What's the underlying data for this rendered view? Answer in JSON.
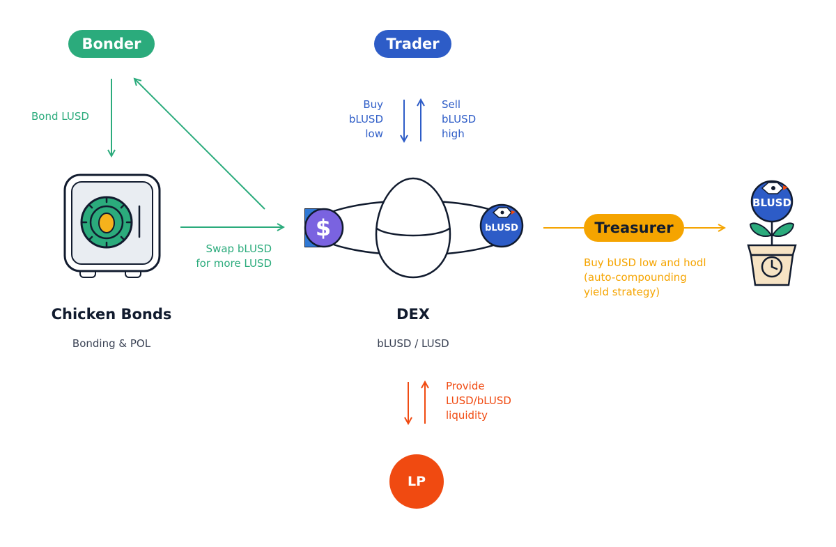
{
  "roles": {
    "bonder": "Bonder",
    "trader": "Trader",
    "treasurer": "Treasurer",
    "lp": "LP"
  },
  "labels": {
    "bond_lusd": "Bond LUSD",
    "swap_line1": "Swap bLUSD",
    "swap_line2": "for more LUSD",
    "buy_lines": [
      "Buy",
      "bLUSD",
      "low"
    ],
    "sell_lines": [
      "Sell",
      "bLUSD",
      "high"
    ],
    "treasurer_lines": [
      "Buy bUSD low and hodl",
      "(auto-compounding",
      "yield strategy)"
    ],
    "lp_lines": [
      "Provide",
      "LUSD/bLUSD",
      "liquidity"
    ]
  },
  "nodes": {
    "chicken_bonds_title": "Chicken Bonds",
    "chicken_bonds_sub": "Bonding & POL",
    "dex_title": "DEX",
    "dex_sub": "bLUSD / LUSD"
  },
  "tokens": {
    "lusd_symbol": "$",
    "blusd_small": "bLUSD",
    "blusd_big": "BLUSD"
  },
  "colors": {
    "green": "#2bab7c",
    "blue": "#2d5cc7",
    "orange": "#f5a400",
    "red": "#f04a11",
    "dark": "#111b2e"
  },
  "icons": [
    "safe-icon",
    "egg-icon",
    "lusd-coin-icon",
    "blusd-coin-icon",
    "plant-pot-icon",
    "clock-icon"
  ]
}
